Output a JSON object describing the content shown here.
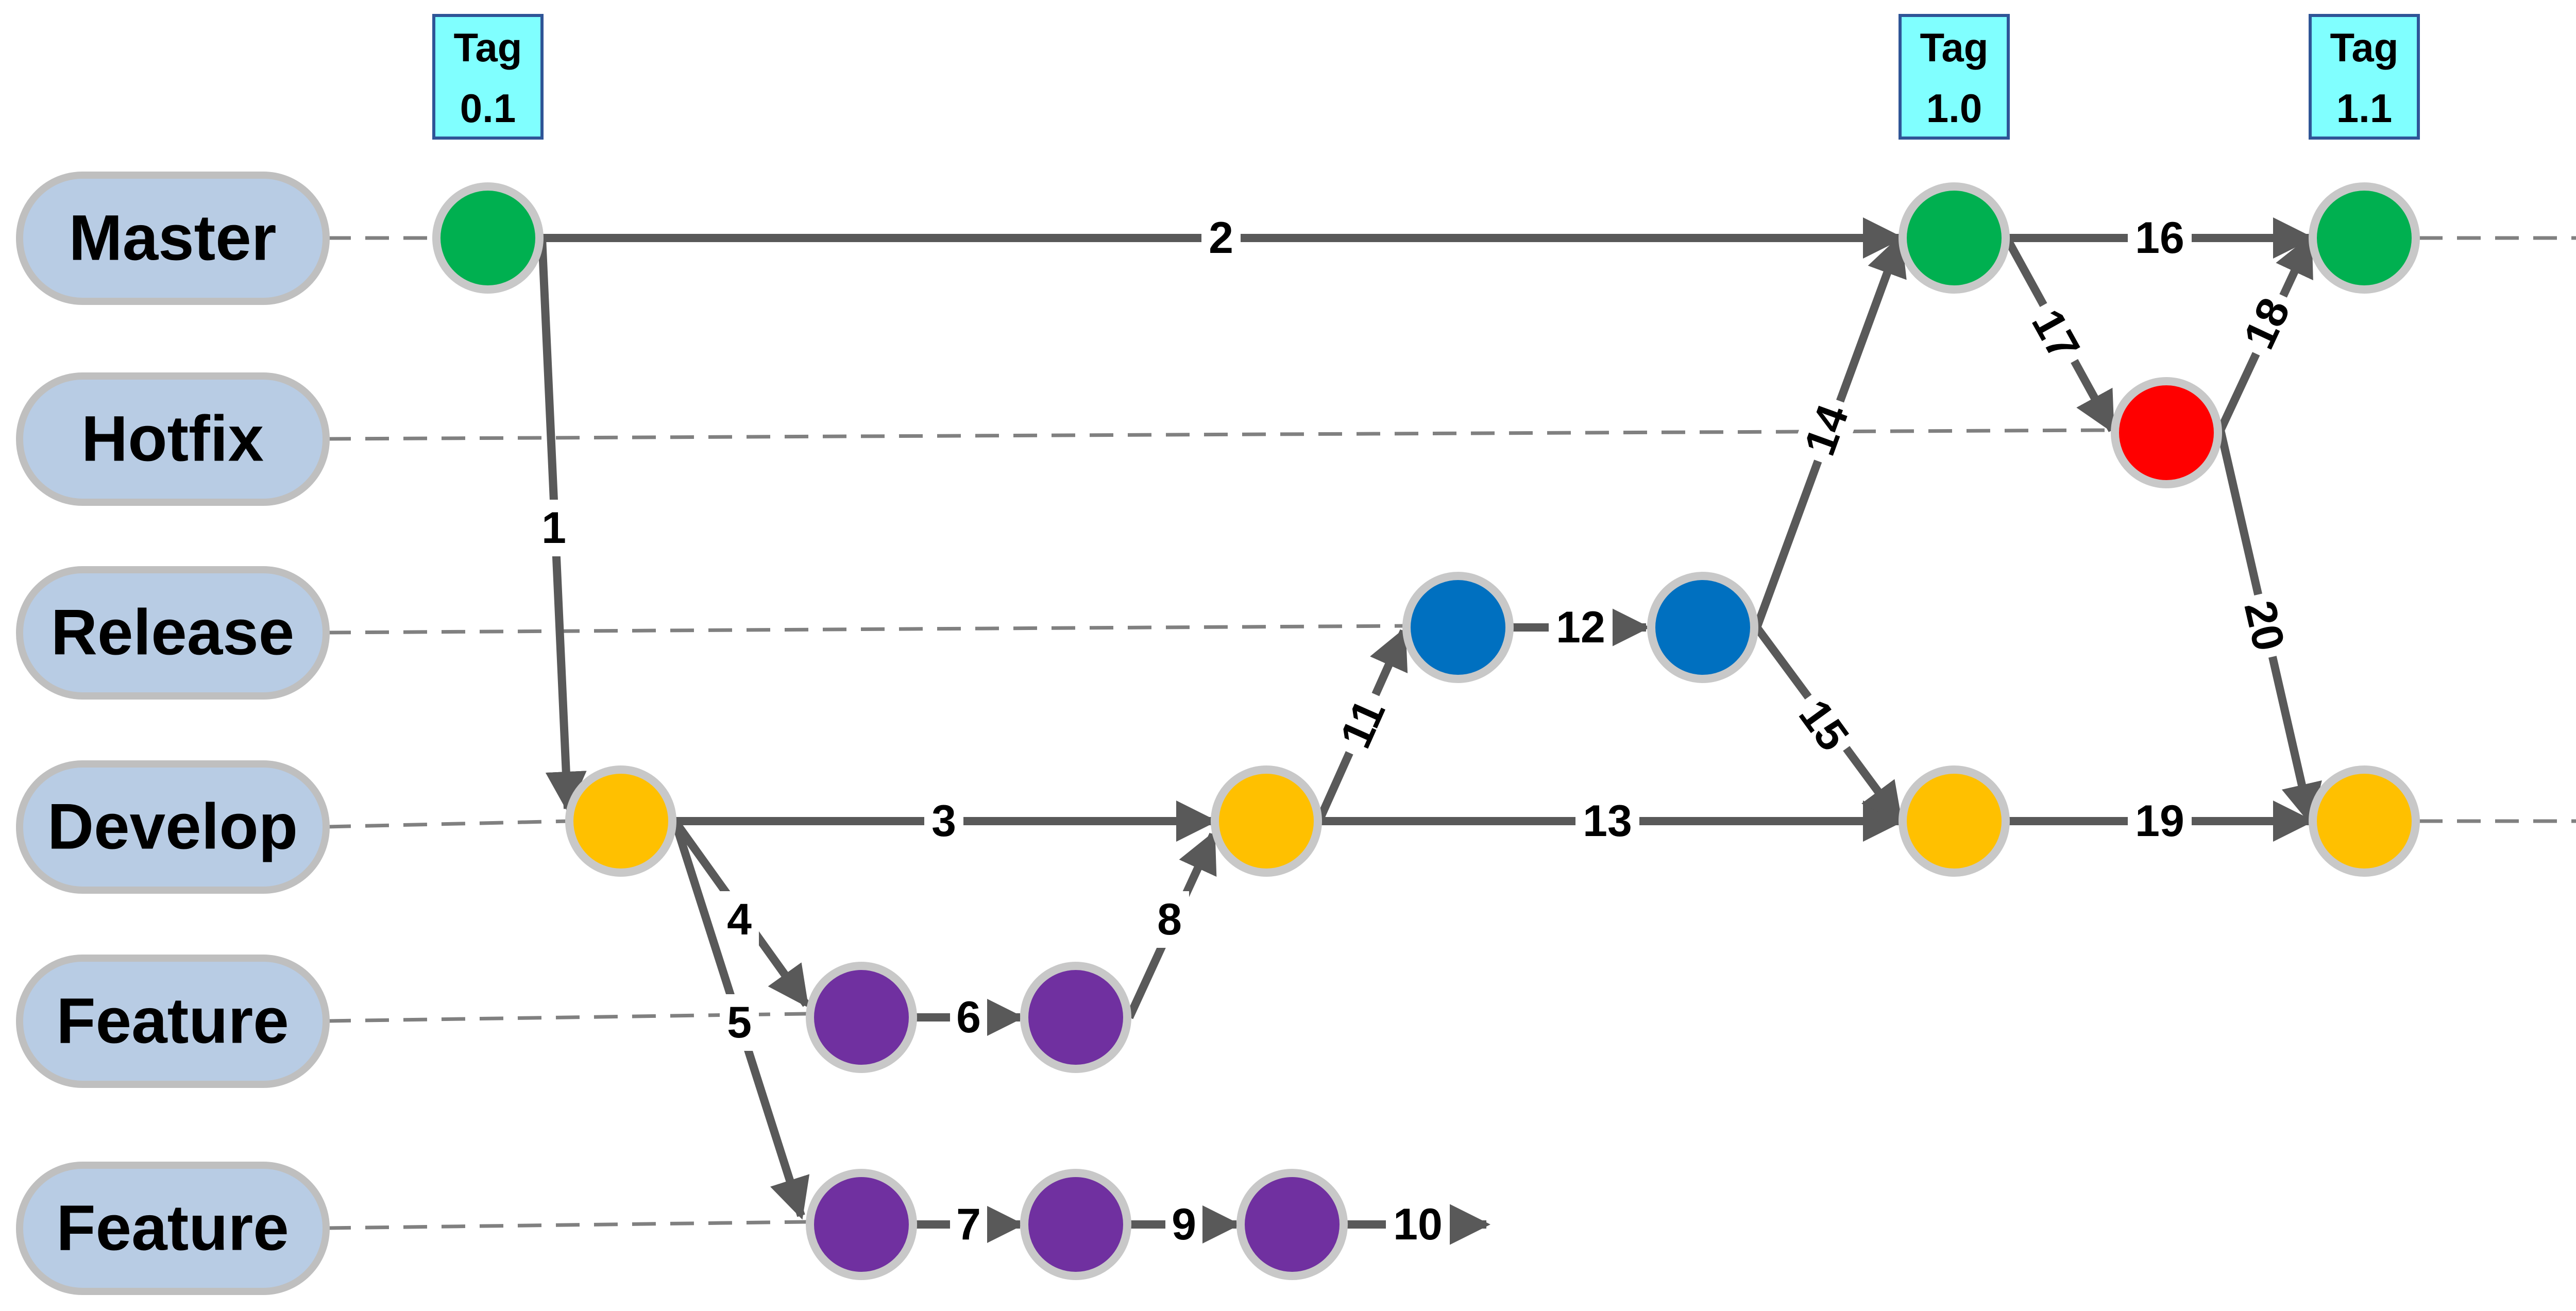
{
  "lanes": [
    {
      "id": "master",
      "label": "Master"
    },
    {
      "id": "hotfix",
      "label": "Hotfix"
    },
    {
      "id": "release",
      "label": "Release"
    },
    {
      "id": "develop",
      "label": "Develop"
    },
    {
      "id": "feature1",
      "label": "Feature"
    },
    {
      "id": "feature2",
      "label": "Feature"
    }
  ],
  "tags": [
    {
      "id": "tag-01",
      "line1": "Tag",
      "line2": "0.1"
    },
    {
      "id": "tag-10",
      "line1": "Tag",
      "line2": "1.0"
    },
    {
      "id": "tag-11",
      "line1": "Tag",
      "line2": "1.1"
    }
  ],
  "colors": {
    "master": "#00B050",
    "hotfix": "#FF0000",
    "release": "#0070C0",
    "develop": "#FFC000",
    "feature": "#7030A0",
    "lane_fill": "#B8CCE4",
    "lane_border": "#BFBFBF",
    "tag_fill": "#80FFFF",
    "tag_border": "#2F5597",
    "edge": "#595959",
    "dashed": "#808080",
    "node_ring": "#C8C8C8"
  },
  "commits": [
    {
      "id": "m1",
      "lane": "master"
    },
    {
      "id": "m2",
      "lane": "master"
    },
    {
      "id": "m3",
      "lane": "master"
    },
    {
      "id": "h1",
      "lane": "hotfix"
    },
    {
      "id": "r1",
      "lane": "release"
    },
    {
      "id": "r2",
      "lane": "release"
    },
    {
      "id": "d1",
      "lane": "develop"
    },
    {
      "id": "d2",
      "lane": "develop"
    },
    {
      "id": "d3",
      "lane": "develop"
    },
    {
      "id": "d4",
      "lane": "develop"
    },
    {
      "id": "fa1",
      "lane": "feature"
    },
    {
      "id": "fa2",
      "lane": "feature"
    },
    {
      "id": "fb1",
      "lane": "feature"
    },
    {
      "id": "fb2",
      "lane": "feature"
    },
    {
      "id": "fb3",
      "lane": "feature"
    }
  ],
  "edges": [
    {
      "label": "1",
      "from": "m1",
      "to": "d1"
    },
    {
      "label": "2",
      "from": "m1",
      "to": "m2"
    },
    {
      "label": "3",
      "from": "d1",
      "to": "d2"
    },
    {
      "label": "4",
      "from": "d1",
      "to": "fa1"
    },
    {
      "label": "5",
      "from": "d1",
      "to": "fb1"
    },
    {
      "label": "6",
      "from": "fa1",
      "to": "fa2"
    },
    {
      "label": "7",
      "from": "fb1",
      "to": "fb2"
    },
    {
      "label": "8",
      "from": "fa2",
      "to": "d2"
    },
    {
      "label": "9",
      "from": "fb2",
      "to": "fb3"
    },
    {
      "label": "10",
      "from": "fb3",
      "to": "open"
    },
    {
      "label": "11",
      "from": "d2",
      "to": "r1"
    },
    {
      "label": "12",
      "from": "r1",
      "to": "r2"
    },
    {
      "label": "13",
      "from": "d2",
      "to": "d3"
    },
    {
      "label": "14",
      "from": "r2",
      "to": "m2"
    },
    {
      "label": "15",
      "from": "r2",
      "to": "d3"
    },
    {
      "label": "16",
      "from": "m2",
      "to": "m3"
    },
    {
      "label": "17",
      "from": "m2",
      "to": "h1"
    },
    {
      "label": "18",
      "from": "h1",
      "to": "m3"
    },
    {
      "label": "19",
      "from": "d3",
      "to": "d4"
    },
    {
      "label": "20",
      "from": "h1",
      "to": "d4"
    }
  ]
}
